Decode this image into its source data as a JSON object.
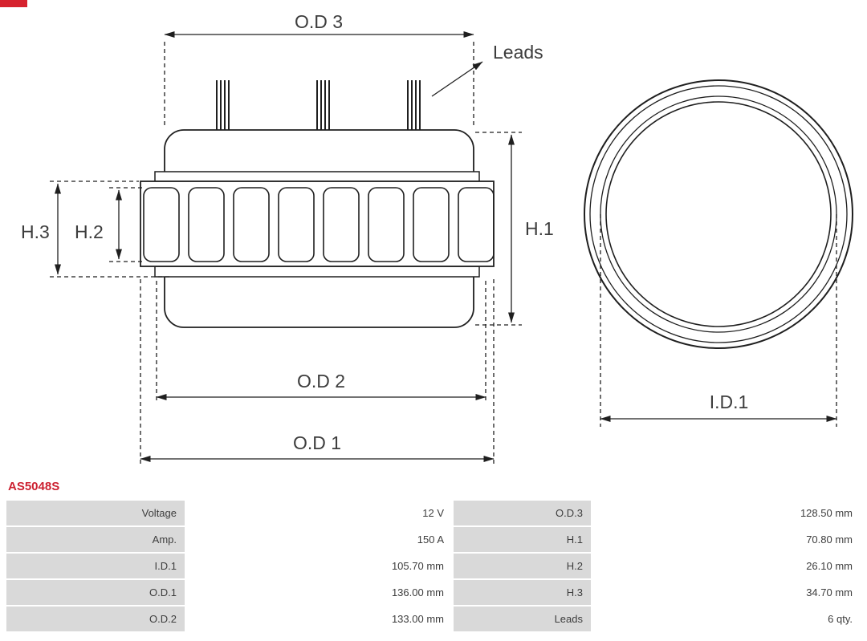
{
  "part_number": "AS5048S",
  "colors": {
    "part_number_red": "#cc2030",
    "table_label_bg": "#d9d9d9",
    "line_color": "#1f1f1f"
  },
  "diagram": {
    "labels": {
      "od3": "O.D 3",
      "leads": "Leads",
      "h1": "H.1",
      "h2": "H.2",
      "h3": "H.3",
      "od2": "O.D 2",
      "od1": "O.D 1",
      "id1": "I.D.1"
    }
  },
  "table": {
    "rows": [
      {
        "label_left": "Voltage",
        "value_left": "12 V",
        "label_right": "O.D.3",
        "value_right": "128.50 mm"
      },
      {
        "label_left": "Amp.",
        "value_left": "150 A",
        "label_right": "H.1",
        "value_right": "70.80 mm"
      },
      {
        "label_left": "I.D.1",
        "value_left": "105.70 mm",
        "label_right": "H.2",
        "value_right": "26.10 mm"
      },
      {
        "label_left": "O.D.1",
        "value_left": "136.00 mm",
        "label_right": "H.3",
        "value_right": "34.70 mm"
      },
      {
        "label_left": "O.D.2",
        "value_left": "133.00 mm",
        "label_right": "Leads",
        "value_right": "6 qty."
      }
    ]
  }
}
